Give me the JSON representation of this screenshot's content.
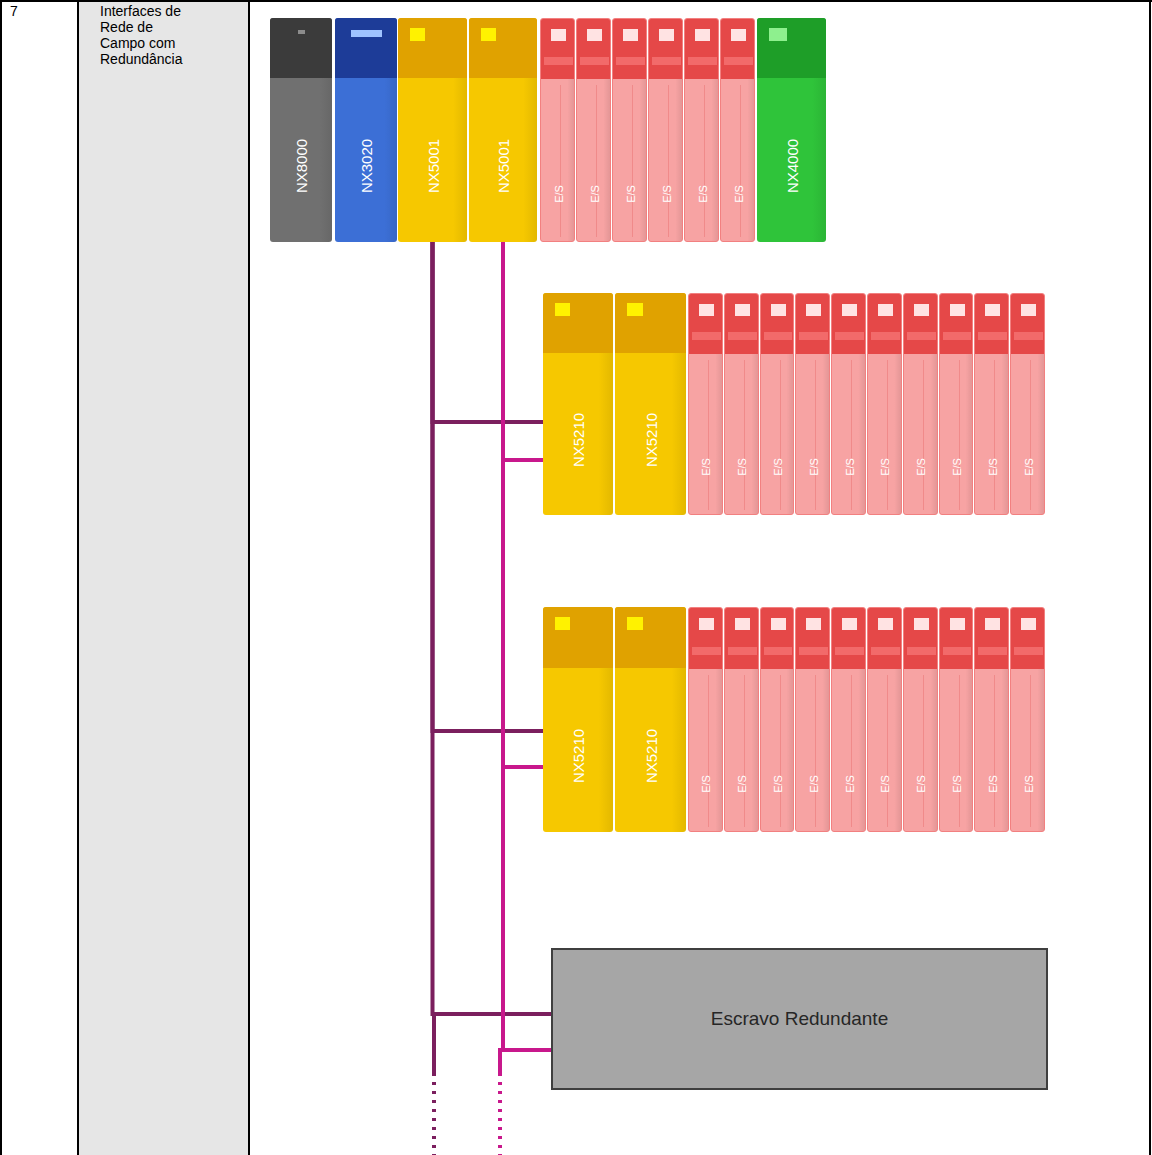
{
  "diagram": {
    "nodes": [
      {
        "text": [
          "NX8000"
        ]
      },
      {
        "text": [
          "NX3020"
        ]
      },
      {
        "text": [
          "NX5001"
        ]
      },
      {
        "text": [
          "NX5001"
        ]
      },
      {
        "text": [
          "E/S"
        ]
      },
      {
        "text": [
          "E/S"
        ]
      },
      {
        "text": [
          "E/S"
        ]
      },
      {
        "text": [
          "E/S"
        ]
      },
      {
        "text": [
          "E/S"
        ]
      },
      {
        "text": [
          "E/S"
        ]
      },
      {
        "text": [
          "NX4000"
        ]
      },
      {
        "text": [
          "NX5210"
        ]
      },
      {
        "text": [
          "NX5210"
        ]
      },
      {
        "text": [
          "E/S"
        ]
      },
      {
        "text": [
          "E/S"
        ]
      },
      {
        "text": [
          "E/S"
        ]
      },
      {
        "text": [
          "E/S"
        ]
      },
      {
        "text": [
          "E/S"
        ]
      },
      {
        "text": [
          "E/S"
        ]
      },
      {
        "text": [
          "E/S"
        ]
      },
      {
        "text": [
          "E/S"
        ]
      },
      {
        "text": [
          "E/S"
        ]
      },
      {
        "text": [
          "E/S"
        ]
      },
      {
        "text": [
          "NX5210"
        ]
      },
      {
        "text": [
          "NX5210"
        ]
      },
      {
        "text": [
          "E/S"
        ]
      },
      {
        "text": [
          "E/S"
        ]
      },
      {
        "text": [
          "E/S"
        ]
      },
      {
        "text": [
          "E/S"
        ]
      },
      {
        "text": [
          "E/S"
        ]
      },
      {
        "text": [
          "E/S"
        ]
      },
      {
        "text": [
          "E/S"
        ]
      },
      {
        "text": [
          "E/S"
        ]
      },
      {
        "text": [
          "E/S"
        ]
      },
      {
        "text": [
          "E/S"
        ]
      },
      {
        "text": [
          "Escravo Redundante"
        ]
      }
    ],
    "edges": [
      {
        "from": 2,
        "to": 11,
        "arrow": "none"
      },
      {
        "from": 3,
        "to": 11,
        "arrow": "none"
      },
      {
        "from": 2,
        "to": 23,
        "arrow": "none"
      },
      {
        "from": 3,
        "to": 23,
        "arrow": "none"
      },
      {
        "from": 2,
        "to": 35,
        "arrow": "none"
      },
      {
        "from": 3,
        "to": 35,
        "arrow": "none"
      }
    ],
    "labels": [
      "7",
      "Interfaces de Rede de Campo com Redundância"
    ]
  }
}
